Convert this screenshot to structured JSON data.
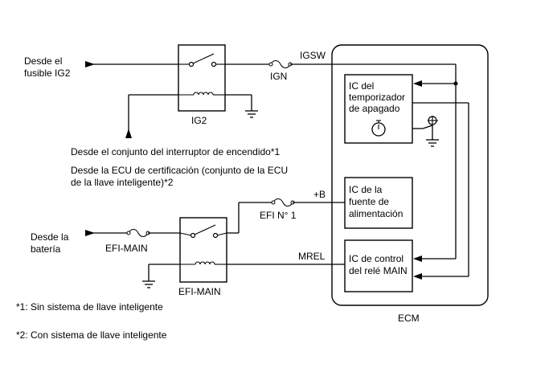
{
  "inputs": {
    "ig2_fuse_line1": "Desde el",
    "ig2_fuse_line2": "fusible IG2",
    "battery_line1": "Desde la",
    "battery_line2": "batería"
  },
  "relays": {
    "ig2": "IG2",
    "efi_main": "EFI-MAIN"
  },
  "fuses": {
    "ign": "IGN",
    "efi_main": "EFI-MAIN",
    "efi_no1": "EFI N° 1"
  },
  "signals": {
    "igsw": "IGSW",
    "plus_b": "+B",
    "mrel": "MREL"
  },
  "sources": {
    "ignition_switch": "Desde el conjunto del interruptor de encendido*1",
    "cert_ecu_line1": "Desde la ECU de certificación (conjunto de la ECU",
    "cert_ecu_line2": "de la llave inteligente)*2"
  },
  "ecm": {
    "label": "ECM",
    "timer_ic": [
      "IC del",
      "temporizador",
      "de apagado"
    ],
    "power_ic": [
      "IC de la",
      "fuente de",
      "alimentación"
    ],
    "main_relay_ic": [
      "IC de control",
      "del relé MAIN"
    ]
  },
  "footnotes": {
    "note1": "*1: Sin sistema de llave inteligente",
    "note2": "*2: Con sistema de llave inteligente"
  }
}
